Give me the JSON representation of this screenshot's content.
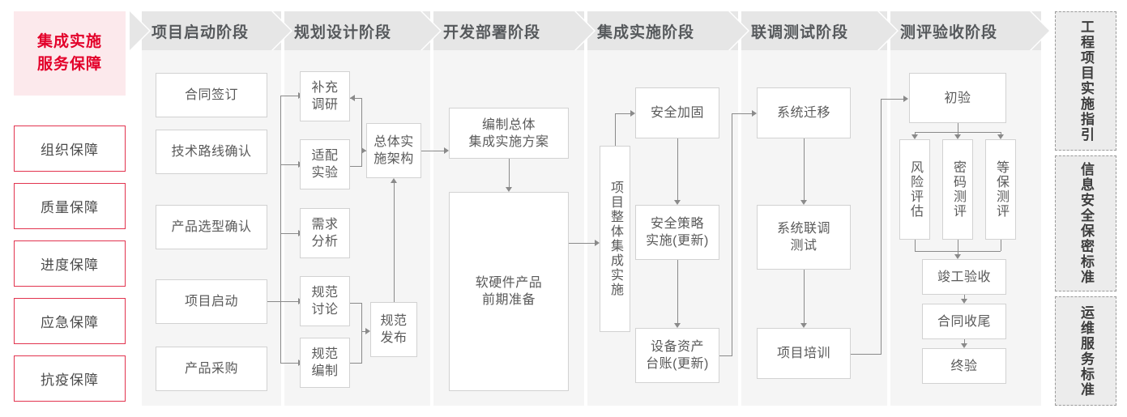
{
  "guarantee": {
    "title_line1": "集成实施",
    "title_line2": "服务保障",
    "items": [
      {
        "label": "组织保障"
      },
      {
        "label": "质量保障"
      },
      {
        "label": "进度保障"
      },
      {
        "label": "应急保障"
      },
      {
        "label": "抗疫保障"
      }
    ],
    "accent_color": "#e3002a",
    "title_bg": "#fce9ec",
    "border_color": "#e2344f"
  },
  "phases": [
    {
      "id": "startup",
      "title": "项目启动阶段",
      "nodes": [
        {
          "id": "p1n1",
          "label": "合同签订"
        },
        {
          "id": "p1n2",
          "label": "技术路线确认"
        },
        {
          "id": "p1n3",
          "label": "产品选型确认"
        },
        {
          "id": "p1n4",
          "label": "项目启动"
        },
        {
          "id": "p1n5",
          "label": "产品采购"
        }
      ]
    },
    {
      "id": "planning",
      "title": "规划设计阶段",
      "nodes": [
        {
          "id": "p2n1",
          "label": "补充\n调研",
          "l1": "补充",
          "l2": "调研"
        },
        {
          "id": "p2n2",
          "label": "适配\n实验",
          "l1": "适配",
          "l2": "实验"
        },
        {
          "id": "p2n3",
          "label": "需求\n分析",
          "l1": "需求",
          "l2": "分析"
        },
        {
          "id": "p2n4",
          "label": "规范\n讨论",
          "l1": "规范",
          "l2": "讨论"
        },
        {
          "id": "p2n5",
          "label": "规范\n编制",
          "l1": "规范",
          "l2": "编制"
        },
        {
          "id": "p2n6",
          "label": "总体实\n施架构",
          "l1": "总体实",
          "l2": "施架构"
        },
        {
          "id": "p2n7",
          "label": "规范\n发布",
          "l1": "规范",
          "l2": "发布"
        }
      ]
    },
    {
      "id": "deploy",
      "title": "开发部署阶段",
      "nodes": [
        {
          "id": "p3n1",
          "label": "编制总体\n集成实施方案",
          "l1": "编制总体",
          "l2": "集成实施方案"
        },
        {
          "id": "p3n2",
          "label": "软硬件产品\n前期准备",
          "l1": "软硬件产品",
          "l2": "前期准备"
        }
      ]
    },
    {
      "id": "integration",
      "title": "集成实施阶段",
      "nodes": [
        {
          "id": "p4n0",
          "label": "项目整体集成实施"
        },
        {
          "id": "p4n1",
          "label": "安全加固"
        },
        {
          "id": "p4n2",
          "label": "安全策略\n实施(更新)",
          "l1": "安全策略",
          "l2": "实施(更新)"
        },
        {
          "id": "p4n3",
          "label": "设备资产\n台账(更新)",
          "l1": "设备资产",
          "l2": "台账(更新)"
        }
      ]
    },
    {
      "id": "testing",
      "title": "联调测试阶段",
      "nodes": [
        {
          "id": "p5n1",
          "label": "系统迁移"
        },
        {
          "id": "p5n2",
          "label": "系统联调\n测试",
          "l1": "系统联调",
          "l2": "测试"
        },
        {
          "id": "p5n3",
          "label": "项目培训"
        }
      ]
    },
    {
      "id": "acceptance",
      "title": "测评验收阶段",
      "nodes": [
        {
          "id": "p6n1",
          "label": "初验"
        },
        {
          "id": "p6n2",
          "label": "风险评估"
        },
        {
          "id": "p6n3",
          "label": "密码测评"
        },
        {
          "id": "p6n4",
          "label": "等保测评"
        },
        {
          "id": "p6n5",
          "label": "竣工验收"
        },
        {
          "id": "p6n6",
          "label": "合同收尾"
        },
        {
          "id": "p6n7",
          "label": "终验"
        }
      ]
    }
  ],
  "standards": [
    {
      "id": "std1",
      "label": "工程项目实施指引"
    },
    {
      "id": "std2",
      "label": "信息安全保密标准"
    },
    {
      "id": "std3",
      "label": "运维服务标准"
    }
  ],
  "colors": {
    "column_bg": "#f5f5f5",
    "header_bg": "#e6e6e6",
    "node_border": "#d2d2d2",
    "connector": "#8a8a8a",
    "standard_bg": "#ececec"
  }
}
